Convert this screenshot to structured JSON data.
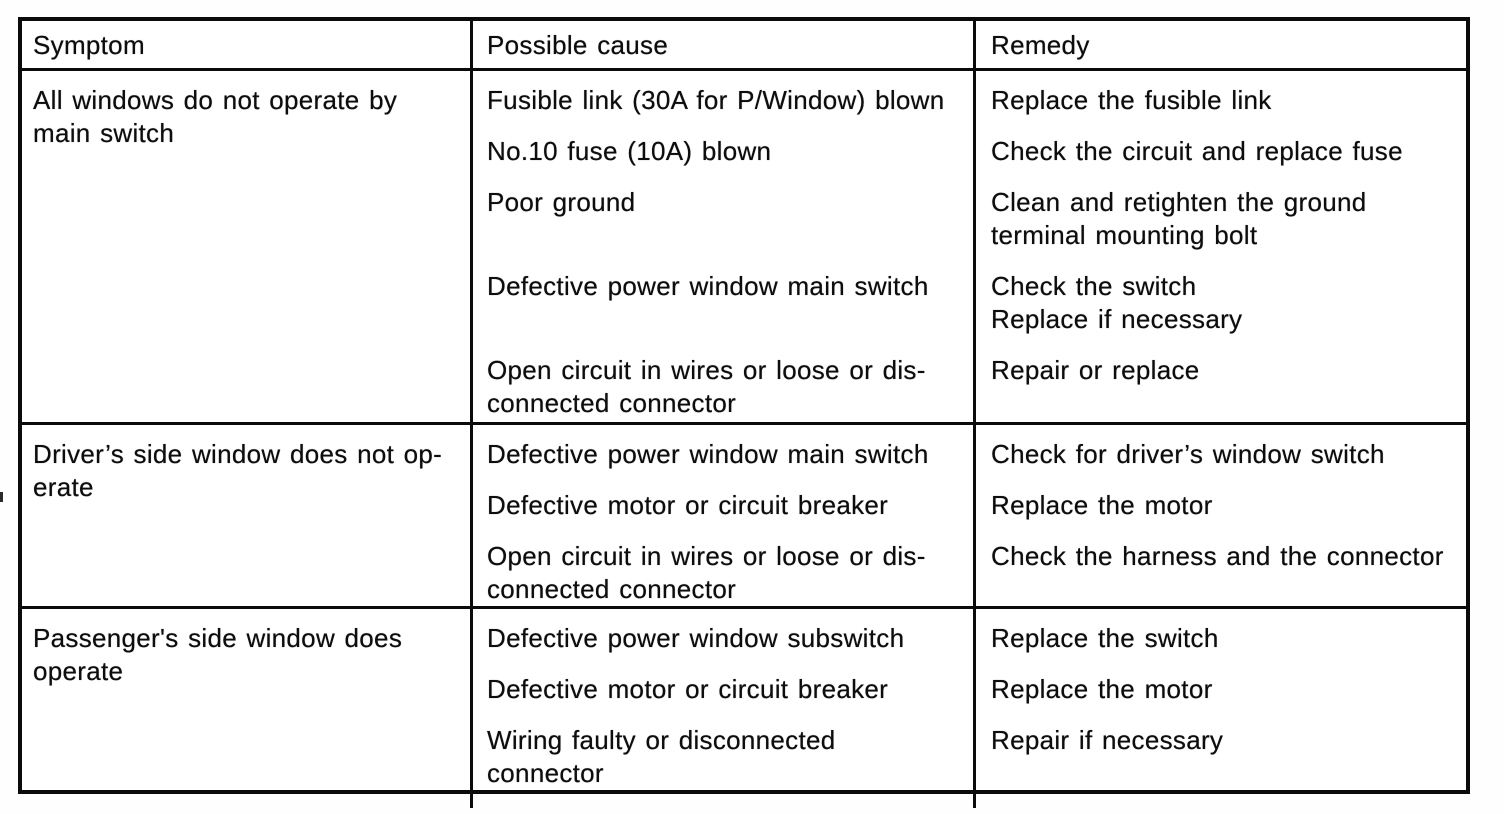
{
  "table": {
    "headers": [
      "Symptom",
      "Possible cause",
      "Remedy"
    ],
    "rows": [
      {
        "symptom": "All windows do not operate by\nmain switch",
        "items": [
          {
            "cause": "Fusible link (30A for P/Window) blown",
            "remedy": "Replace the fusible link"
          },
          {
            "cause": "No.10 fuse (10A) blown",
            "remedy": "Check the circuit and replace fuse"
          },
          {
            "cause": "Poor ground",
            "remedy": "Clean and retighten the ground\nterminal mounting bolt"
          },
          {
            "cause": "Defective power window main switch",
            "remedy": "Check the switch\nReplace if necessary"
          },
          {
            "cause": "Open circuit in wires or loose or dis-\nconnected connector",
            "remedy": "Repair or replace"
          }
        ]
      },
      {
        "symptom": "Driver’s side window does not op-\nerate",
        "items": [
          {
            "cause": "Defective power window main switch",
            "remedy": "Check for driver’s window switch"
          },
          {
            "cause": "Defective motor or circuit breaker",
            "remedy": "Replace the motor"
          },
          {
            "cause": "Open circuit in wires or loose or dis-\nconnected connector",
            "remedy": "Check the harness and the connector"
          }
        ]
      },
      {
        "symptom": "Passenger's side window does\noperate",
        "items": [
          {
            "cause": "Defective power window subswitch",
            "remedy": "Replace the switch"
          },
          {
            "cause": "Defective motor or circuit breaker",
            "remedy": "Replace the motor"
          },
          {
            "cause": "Wiring faulty or disconnected\nconnector",
            "remedy": "Repair if necessary"
          }
        ]
      }
    ]
  }
}
